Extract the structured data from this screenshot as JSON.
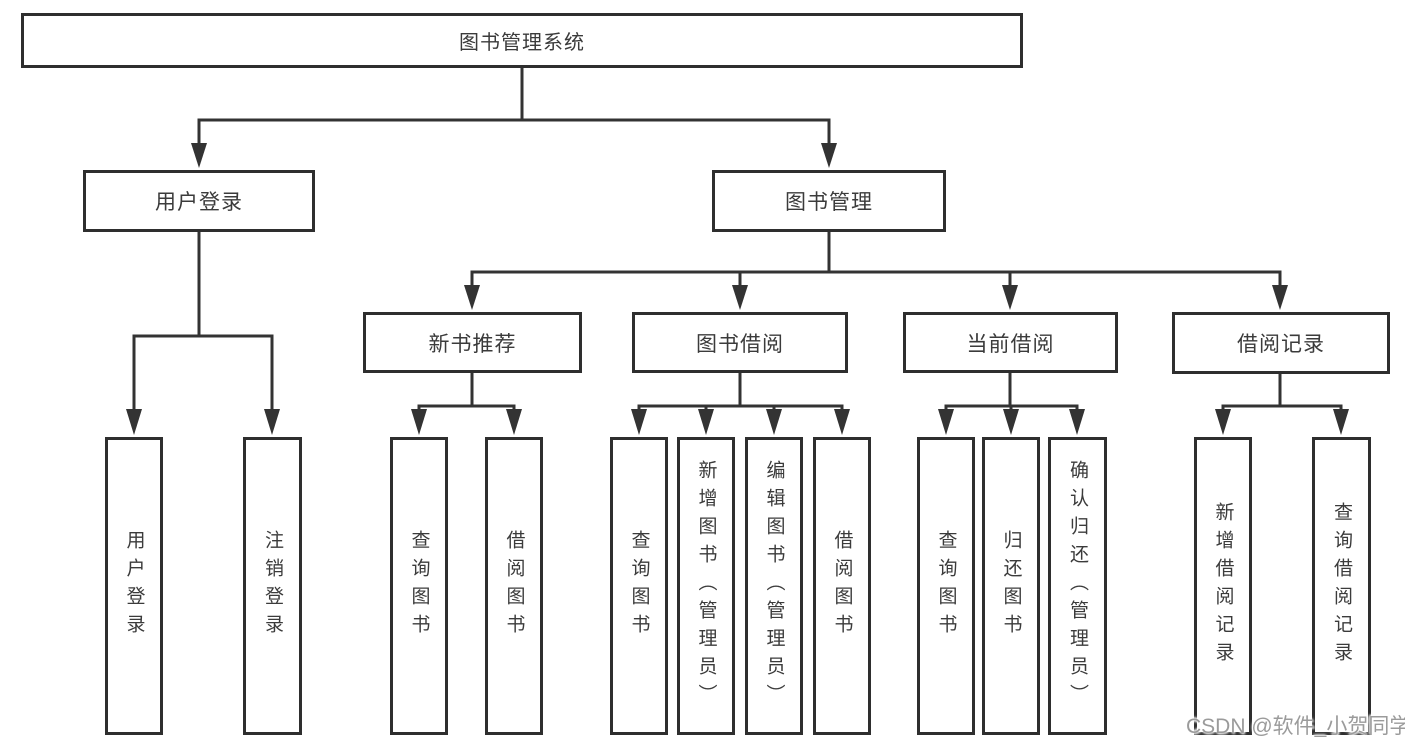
{
  "tree": {
    "label": "图书管理系统",
    "children": [
      {
        "label": "用户登录",
        "children": [
          {
            "label": "用户登录"
          },
          {
            "label": "注销登录"
          }
        ]
      },
      {
        "label": "图书管理",
        "children": [
          {
            "label": "新书推荐",
            "children": [
              {
                "label": "查询图书"
              },
              {
                "label": "借阅图书"
              }
            ]
          },
          {
            "label": "图书借阅",
            "children": [
              {
                "label": "查询图书"
              },
              {
                "label": "新增图书（管理员）"
              },
              {
                "label": "编辑图书（管理员）"
              },
              {
                "label": "借阅图书"
              }
            ]
          },
          {
            "label": "当前借阅",
            "children": [
              {
                "label": "查询图书"
              },
              {
                "label": "归还图书"
              },
              {
                "label": "确认归还（管理员）"
              }
            ]
          },
          {
            "label": "借阅记录",
            "children": [
              {
                "label": "新增借阅记录"
              },
              {
                "label": "查询借阅记录"
              }
            ]
          }
        ]
      }
    ]
  },
  "watermark": {
    "text": "CSDN @软件_小贺同学"
  },
  "colors": {
    "line": "#333333",
    "box_border": "#2e2e2e",
    "text": "#3b3b3b",
    "background": "#ffffff",
    "watermark_text": "#9b9b9b"
  }
}
